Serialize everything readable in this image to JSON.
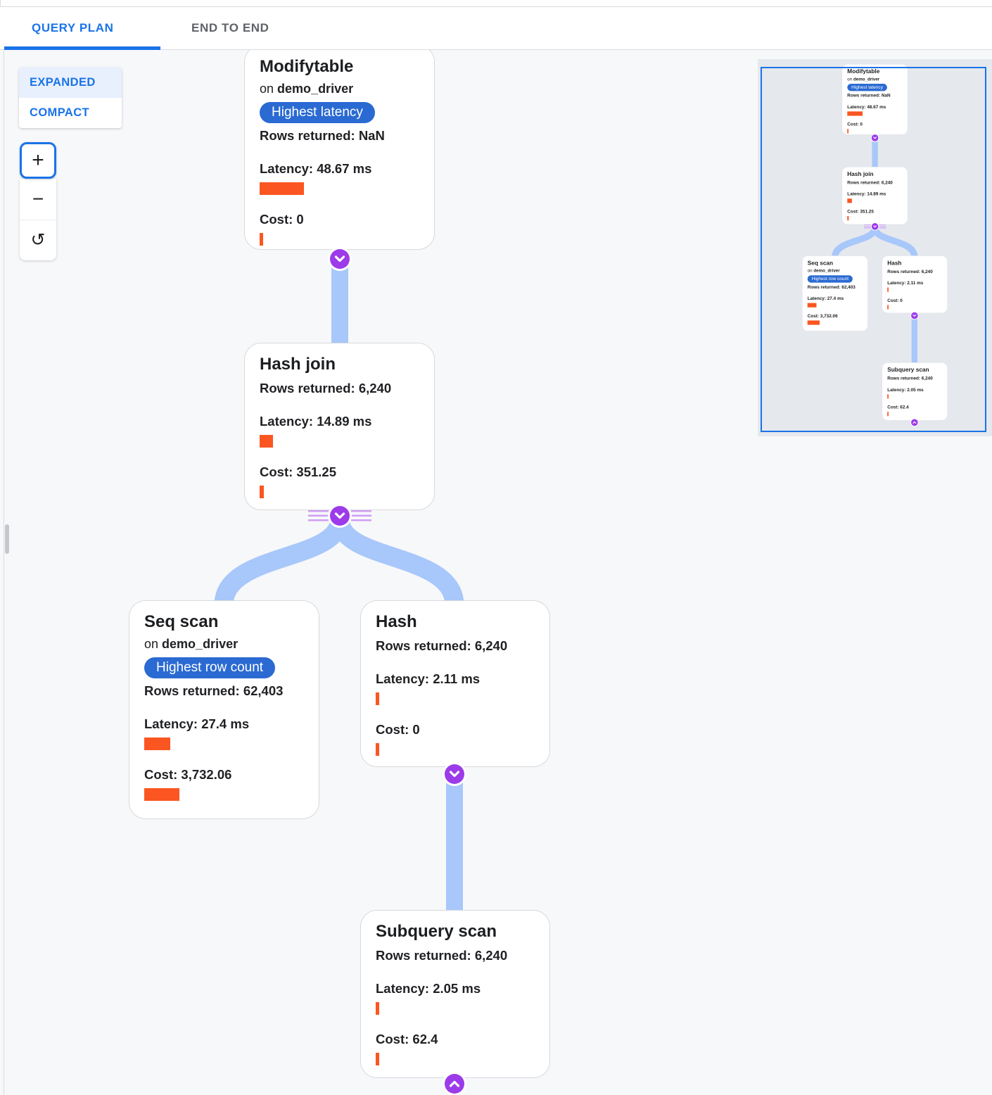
{
  "tabs": {
    "query_plan": "QUERY PLAN",
    "end_to_end": "END TO END"
  },
  "layout_toggle": {
    "expanded": "EXPANDED",
    "compact": "COMPACT"
  },
  "zoom_toolbar": {
    "zoom_in": "+",
    "zoom_out": "−",
    "reset": "↺"
  },
  "plan": {
    "nodes": [
      {
        "title": "Modifytable",
        "on_word": "on",
        "table": "demo_driver",
        "badge": "Highest latency",
        "rows": "Rows returned: NaN",
        "latency": "Latency: 48.67 ms",
        "latency_bar": 63,
        "cost": "Cost: 0",
        "cost_bar": 5
      },
      {
        "title": "Hash join",
        "rows": "Rows returned: 6,240",
        "latency": "Latency: 14.89 ms",
        "latency_bar": 19,
        "cost": "Cost: 351.25",
        "cost_bar": 6
      },
      {
        "title": "Seq scan",
        "on_word": "on",
        "table": "demo_driver",
        "badge": "Highest row count",
        "rows": "Rows returned: 62,403",
        "latency": "Latency: 27.4 ms",
        "latency_bar": 37,
        "cost": "Cost: 3,732.06",
        "cost_bar": 50
      },
      {
        "title": "Hash",
        "rows": "Rows returned: 6,240",
        "latency": "Latency: 2.11 ms",
        "latency_bar": 5,
        "cost": "Cost: 0",
        "cost_bar": 5
      },
      {
        "title": "Subquery scan",
        "rows": "Rows returned: 6,240",
        "latency": "Latency: 2.05 ms",
        "latency_bar": 5,
        "cost": "Cost: 62.4",
        "cost_bar": 5
      }
    ]
  },
  "colors": {
    "accent": "#1a73e8",
    "badge_bg": "#2a6ad2",
    "bar": "#fb5622",
    "edge": "#a8c7fa",
    "connector": "#9c3be9",
    "connector_stripes": "#cf9ef5",
    "minimap_viewport_border": "#1a73e8"
  }
}
